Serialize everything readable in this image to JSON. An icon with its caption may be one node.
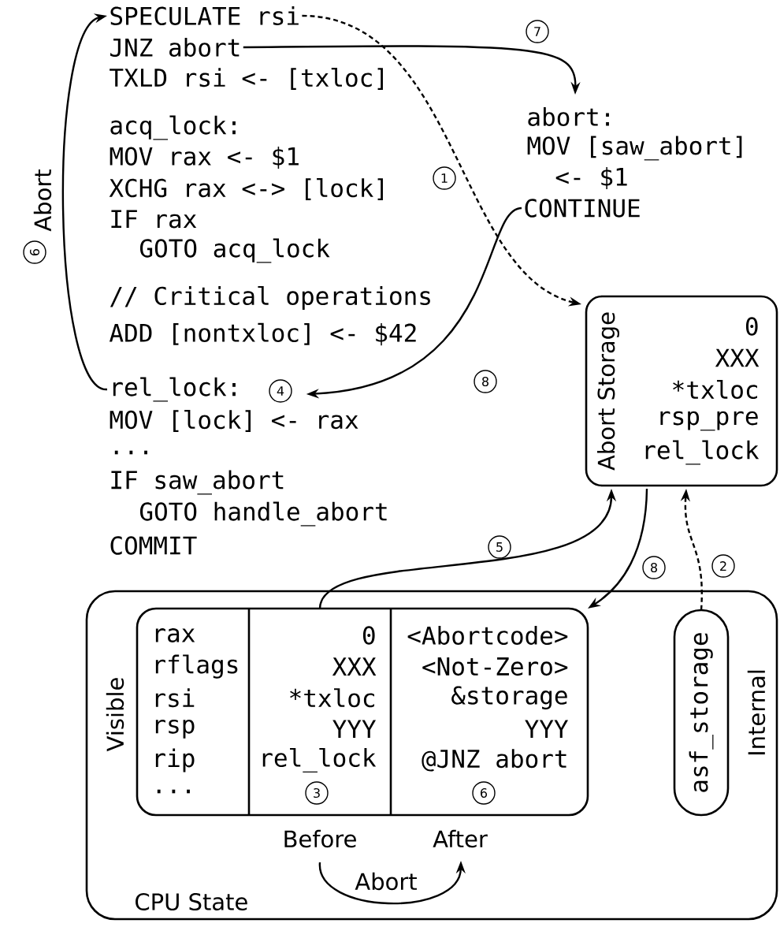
{
  "diagram": {
    "nodes": [
      {
        "text": [
          "SPECULATE rsi"
        ]
      },
      {
        "text": [
          "JNZ abort"
        ]
      },
      {
        "text": [
          "abort:",
          "MOV [saw_abort]",
          "<- $1"
        ]
      },
      {
        "text": [
          "CONTINUE"
        ]
      },
      {
        "text": [
          "rel_lock:"
        ]
      },
      {
        "text": [
          "Abort Storage",
          "0",
          "XXX",
          "*txloc",
          "rsp_pre",
          "rel_lock"
        ]
      },
      {
        "text": [
          "CPU State",
          "Visible",
          "Internal"
        ]
      },
      {
        "text": [],
        "shape": "box",
        "in": 6
      },
      {
        "text": [
          "rax",
          "rflags",
          "rsi",
          "rsp",
          "rip",
          "..."
        ],
        "in": 7
      },
      {
        "text": [
          "0",
          "XXX",
          "*txloc",
          "YYY",
          "rel_lock"
        ],
        "in": 7,
        "beside": [
          "Before"
        ]
      },
      {
        "text": [
          "<Abortcode>",
          "<Not-Zero>",
          "&storage",
          "YYY",
          "@JNZ abort"
        ],
        "in": 7,
        "beside": [
          "After"
        ]
      },
      {
        "text": [
          "asf_storage"
        ],
        "in": 6
      }
    ],
    "edges": [
      {
        "from": 0,
        "to": 5,
        "arrow": "to",
        "style": "dashed"
      },
      {
        "from": 1,
        "to": 2,
        "arrow": "to"
      },
      {
        "from": 3,
        "to": 4,
        "arrow": "to"
      },
      {
        "from": 4,
        "to": 0,
        "arrow": "to",
        "label": "Abort"
      },
      {
        "from": 9,
        "to": 5,
        "arrow": "to"
      },
      {
        "from": 5,
        "to": 10,
        "arrow": "to"
      },
      {
        "from": 11,
        "to": 5,
        "arrow": "to",
        "style": "dashed"
      },
      {
        "from": 9,
        "to": 10,
        "arrow": "to",
        "label": "Abort"
      }
    ],
    "labels": [
      "TXLD rsi <- [txloc]",
      "acq_lock:",
      "MOV rax <- $1",
      "XCHG rax <-> [lock]",
      "IF rax",
      "GOTO acq_lock",
      "// Critical operations",
      "ADD [nontxloc] <- $42",
      "MOV [lock] <- rax",
      "...",
      "IF saw_abort",
      "GOTO handle_abort",
      "COMMIT",
      "7",
      "1",
      "6",
      "8",
      "4",
      "5",
      "8",
      "2",
      "3",
      "6"
    ]
  }
}
